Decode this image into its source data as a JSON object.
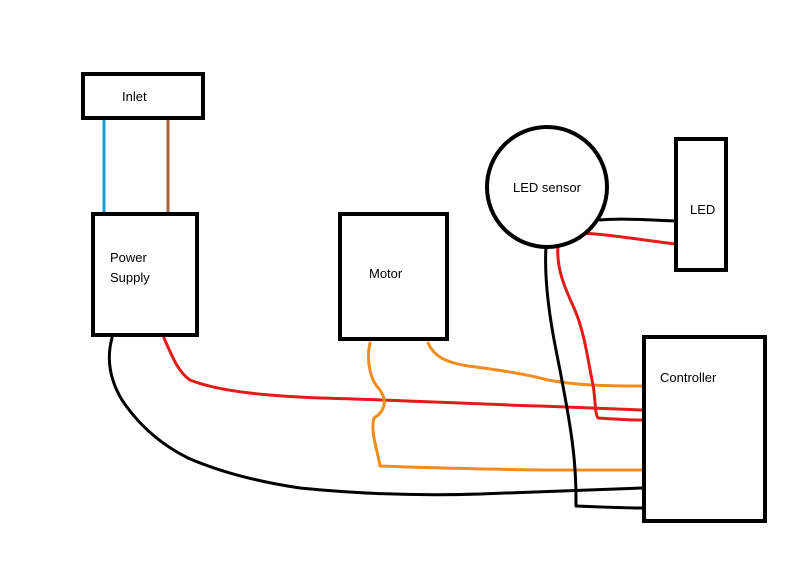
{
  "components": {
    "inlet": {
      "label": "Inlet"
    },
    "power_supply": {
      "label_line1": "Power",
      "label_line2": "Supply"
    },
    "motor": {
      "label": "Motor"
    },
    "led_sensor": {
      "label": "LED sensor"
    },
    "led": {
      "label": "LED"
    },
    "controller": {
      "label": "Controller"
    }
  },
  "wire_colors": {
    "blue": "#1a9fd6",
    "brown": "#a0663a",
    "red": "#e31b1b",
    "orange": "#f28c1c",
    "black": "#000000"
  }
}
